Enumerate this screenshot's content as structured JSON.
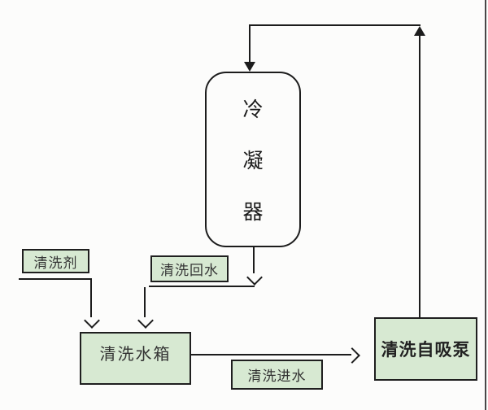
{
  "nodes": {
    "condenser": {
      "label": "冷凝器"
    },
    "cleaning_agent": {
      "label": "清洗剂"
    },
    "return_water": {
      "label": "清洗回水"
    },
    "water_tank": {
      "label": "清洗水箱"
    },
    "inlet_water": {
      "label": "清洗进水"
    },
    "pump": {
      "label": "清洗自吸泵"
    }
  },
  "edges": [
    {
      "from": "清洗自吸泵",
      "to": "冷凝器",
      "path": "up, left along top, down into condenser"
    },
    {
      "from": "冷凝器",
      "to": "清洗水箱",
      "label": "清洗回水"
    },
    {
      "from": "清洗剂",
      "to": "清洗水箱"
    },
    {
      "from": "清洗水箱",
      "to": "清洗自吸泵",
      "label": "清洗进水"
    }
  ],
  "colors": {
    "box_fill": "#d7e9d2",
    "box_border": "#1f1f1f",
    "line": "#1c1c1c",
    "background": "#fcfcfb",
    "label_text": "#333333"
  }
}
